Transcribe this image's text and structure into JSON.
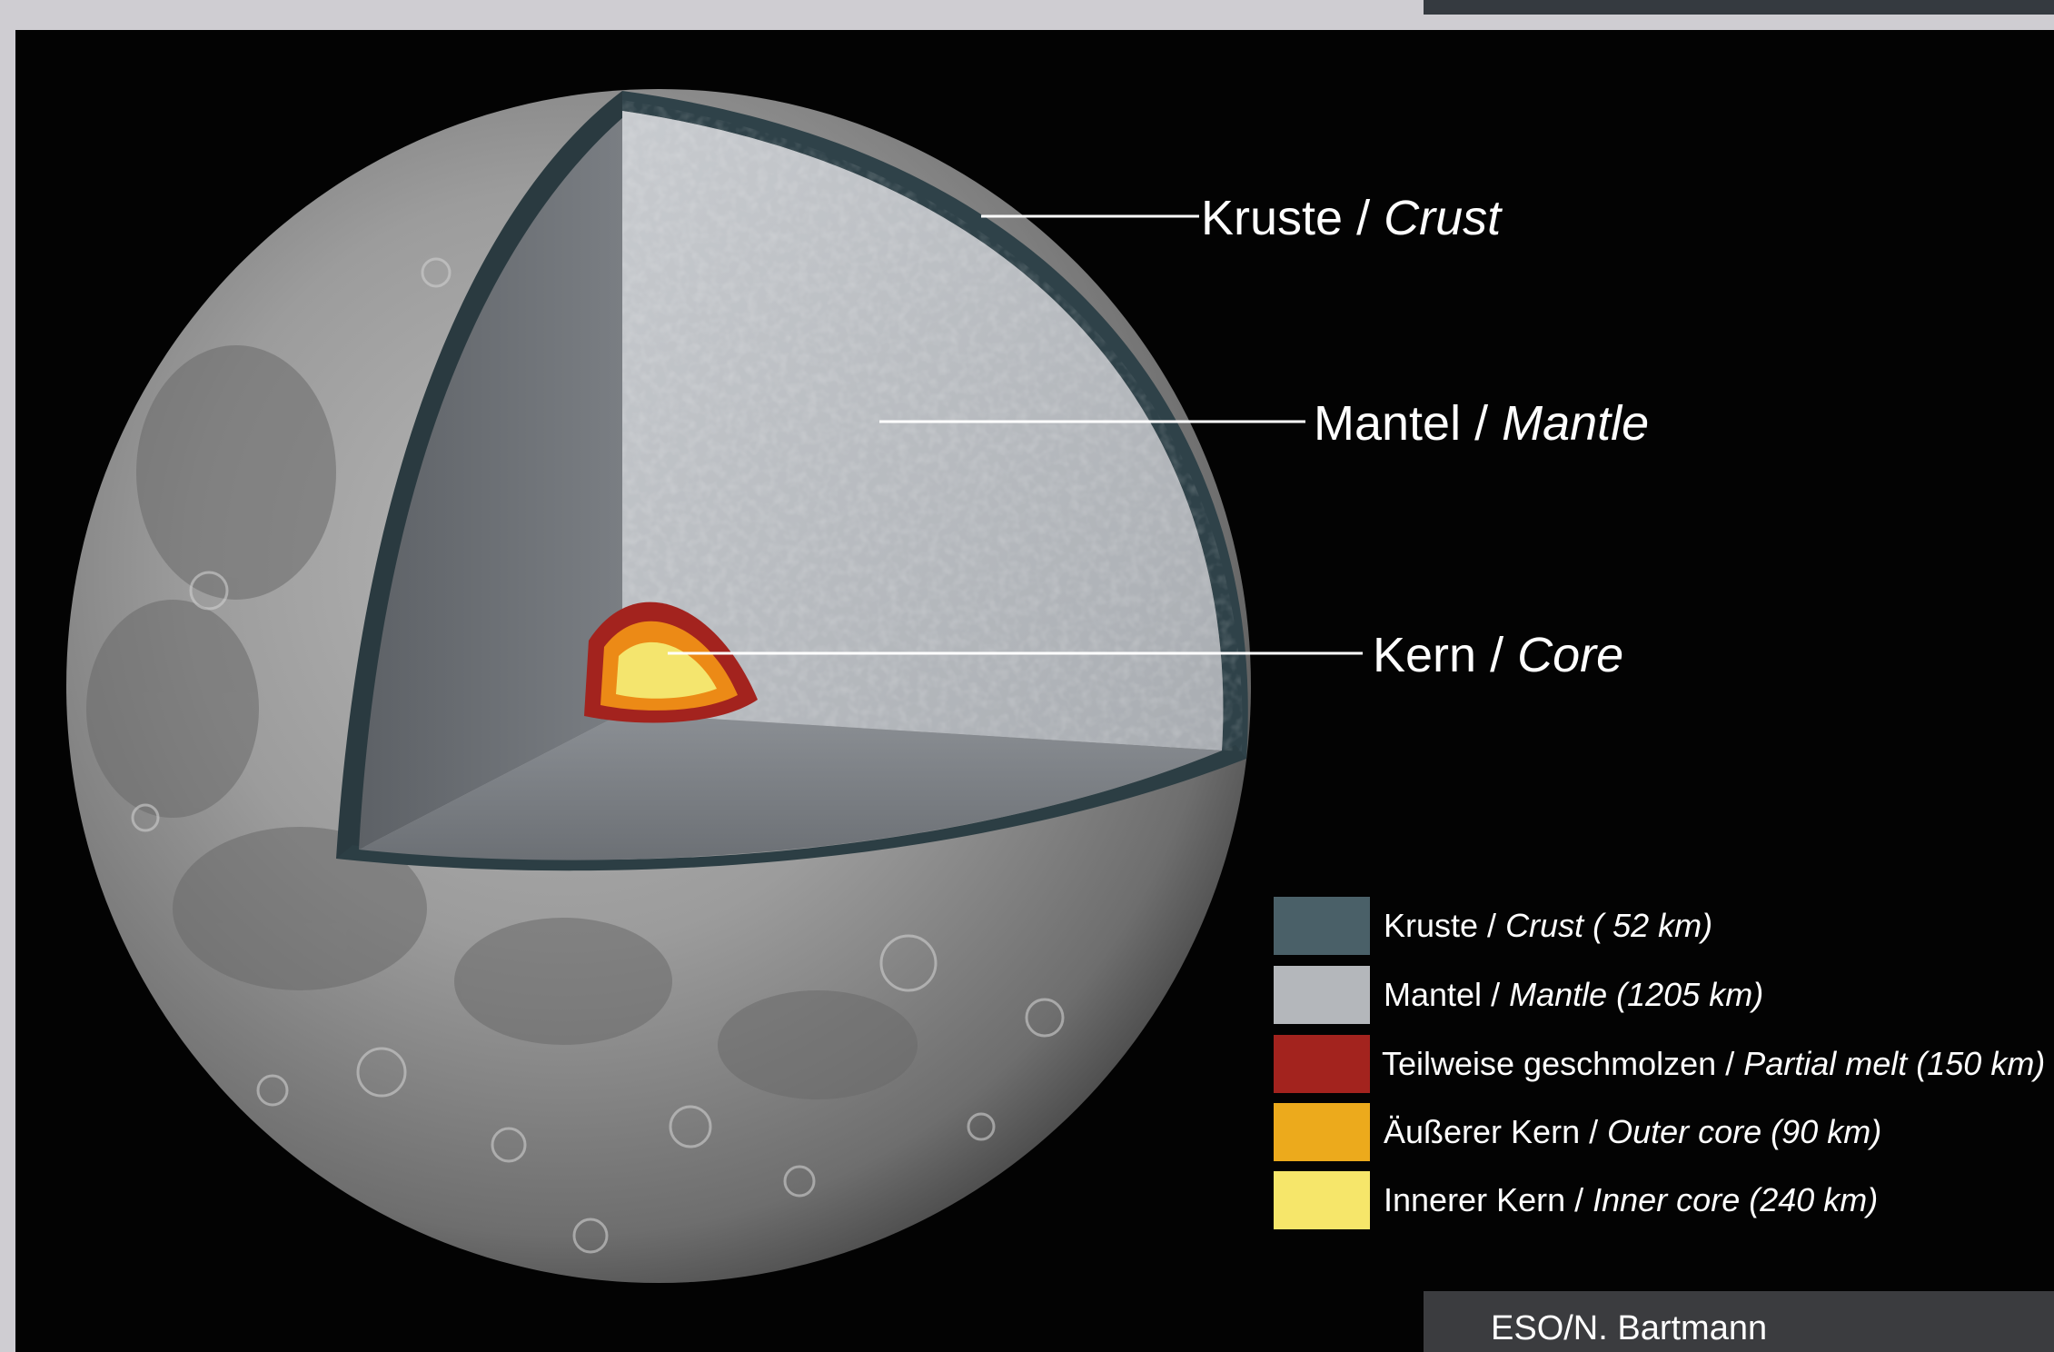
{
  "callouts": {
    "crust": {
      "de": "Kruste",
      "sep": " / ",
      "en": "Crust"
    },
    "mantle": {
      "de": "Mantel",
      "sep": " / ",
      "en": "Mantle"
    },
    "core": {
      "de": "Kern",
      "sep": " / ",
      "en": "Core"
    }
  },
  "legend": [
    {
      "de": "Kruste",
      "sep": " / ",
      "en": "Crust ( 52 km)",
      "color": "#4a6068"
    },
    {
      "de": "Mantel",
      "sep": " / ",
      "en": "Mantle (1205 km)",
      "color": "#b4b7bb"
    },
    {
      "de": "Teilweise geschmolzen",
      "sep": " / ",
      "en": "Partial melt (150 km)",
      "color": "#a3231e"
    },
    {
      "de": "Äußerer Kern",
      "sep": " / ",
      "en": "Outer core (90 km)",
      "color": "#ecaa1c"
    },
    {
      "de": "Innerer Kern",
      "sep": " / ",
      "en": "Inner core (240 km)",
      "color": "#f6e66a"
    }
  ],
  "credit": "ESO/N. Bartmann"
}
